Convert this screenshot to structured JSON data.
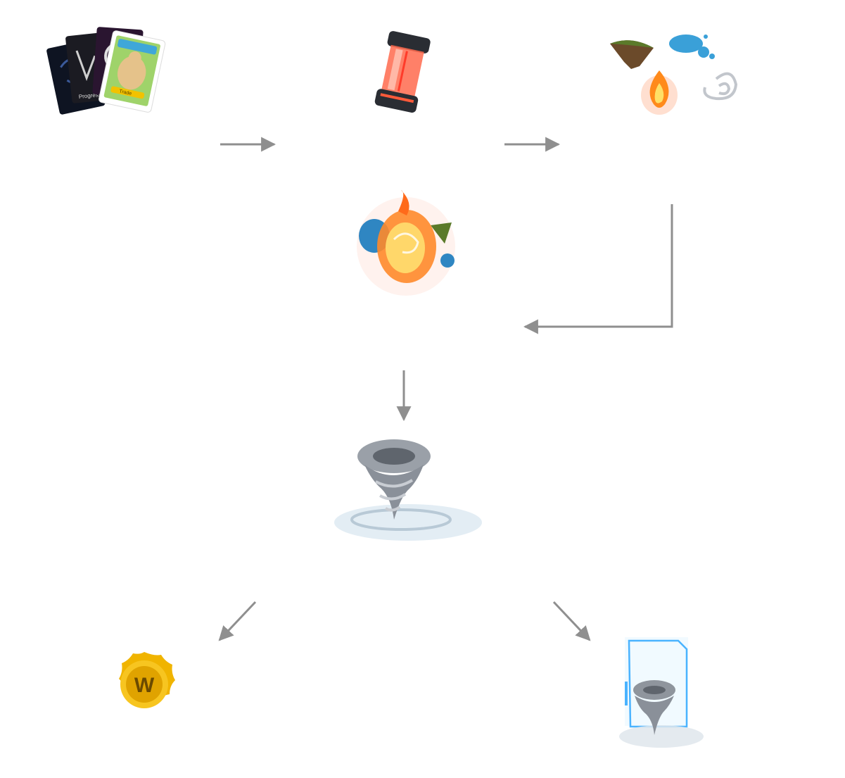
{
  "nodes": {
    "cards": {
      "label": "",
      "card_texts": [
        "Progress",
        "Trade"
      ]
    },
    "capsule": {
      "label": ""
    },
    "elements": {
      "label": ""
    },
    "combined": {
      "label": ""
    },
    "tornado": {
      "label": ""
    },
    "coin": {
      "label": "",
      "symbol": "W"
    },
    "tornado_card": {
      "label": ""
    }
  },
  "colors": {
    "arrow": "#8f8f8f",
    "fire": "#ff7a1a",
    "water": "#3aa0d8",
    "earth": "#5b7a2a",
    "wind": "#a9adb3",
    "coin": "#f0b400",
    "card_frame": "#4ab3ff"
  }
}
